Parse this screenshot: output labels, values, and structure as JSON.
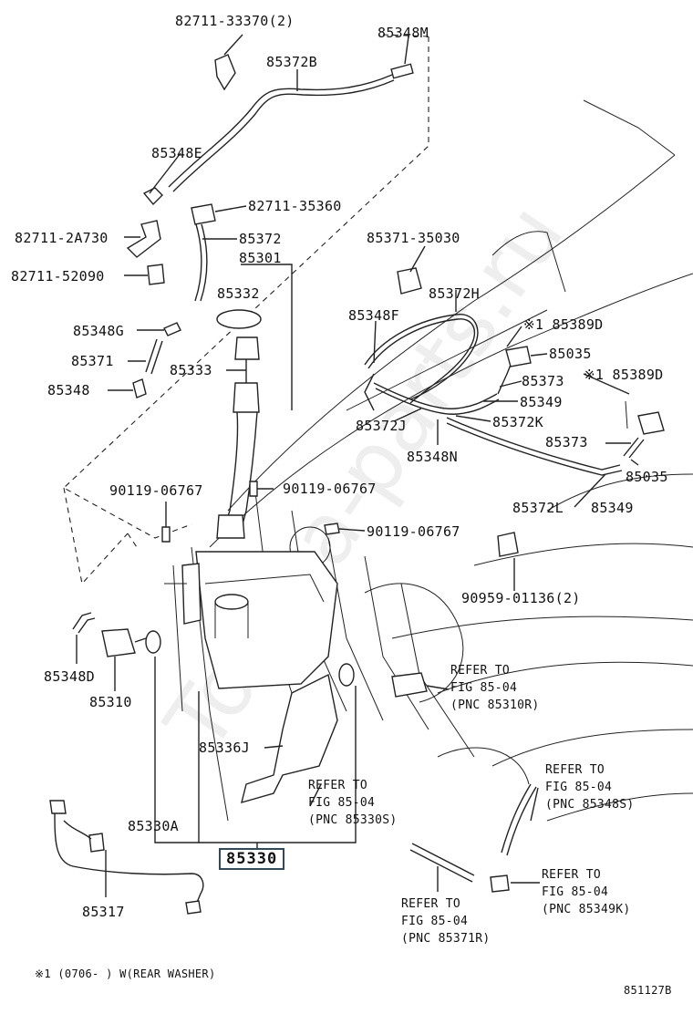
{
  "labels": {
    "l1": "82711-33370(2)",
    "l2": "85348M",
    "l3": "85372B",
    "l4": "85348E",
    "l5": "82711-35360",
    "l6": "82711-2A730",
    "l7": "85372",
    "l8": "85301",
    "l9": "82711-52090",
    "l10": "85332",
    "l11": "85348G",
    "l12": "85371",
    "l13": "85333",
    "l14": "85348",
    "l15": "85371-35030",
    "l16": "85372H",
    "l17": "85348F",
    "l18": "※1 85389D",
    "l19": "85035",
    "l20": "85373",
    "l21": "※1 85389D",
    "l22": "85349",
    "l23": "85372J",
    "l24": "85372K",
    "l25": "85348N",
    "l26": "85373",
    "l27": "85035",
    "l28": "90119-06767",
    "l29": "90119-06767",
    "l30": "85372L",
    "l31": "85349",
    "l32": "90119-06767",
    "l33": "90959-01136(2)",
    "l34": "85348D",
    "l35": "85310",
    "l36": "85336J",
    "l37": "85330A",
    "l38": "85330",
    "l39": "85317"
  },
  "refers": {
    "r1": [
      "REFER TO",
      "FIG 85-04",
      "(PNC 85310R)"
    ],
    "r2": [
      "REFER TO",
      "FIG 85-04",
      "(PNC 85330S)"
    ],
    "r3": [
      "REFER TO",
      "FIG 85-04",
      "(PNC 85348S)"
    ],
    "r4": [
      "REFER TO",
      "FIG 85-04",
      "(PNC 85349K)"
    ],
    "r5": [
      "REFER TO",
      "FIG 85-04",
      "(PNC 85371R)"
    ]
  },
  "footnote": "※1 (0706-    ) W(REAR WASHER)",
  "figure_code": "851127B",
  "watermark": "Toyota-parts.ru"
}
